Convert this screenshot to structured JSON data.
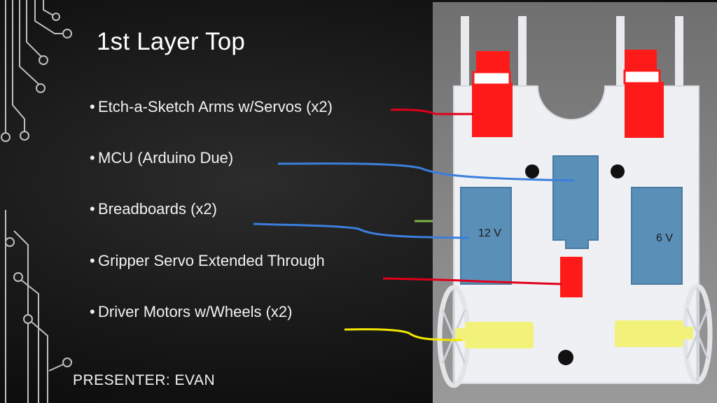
{
  "slide": {
    "title": "1st Layer Top",
    "bullets": [
      {
        "marker": "•",
        "text": "Etch-a-Sketch Arms w/Servos (x2)",
        "leader_color": "#e0001a"
      },
      {
        "marker": "•",
        "text": "MCU (Arduino Due)",
        "leader_color": "#3b7fdc"
      },
      {
        "marker": "•",
        "text": "Breadboards (x2)",
        "leader_color": "#3b7fdc"
      },
      {
        "marker": "•",
        "text": "Gripper Servo Extended Through",
        "leader_color": "#e0001a"
      },
      {
        "marker": "•",
        "text": "Driver Motors w/Wheels (x2)",
        "leader_color": "#f2e600"
      }
    ],
    "footer": "PRESENTER: EVAN"
  },
  "diagram": {
    "left_board_label": "12 V",
    "right_board_label": "6 V",
    "colors": {
      "servo": "#ff1a1a",
      "board": "#5a8fb8",
      "motor": "#f2f27a",
      "platform": "#eef0f4",
      "background": "#8a8a8a"
    }
  }
}
